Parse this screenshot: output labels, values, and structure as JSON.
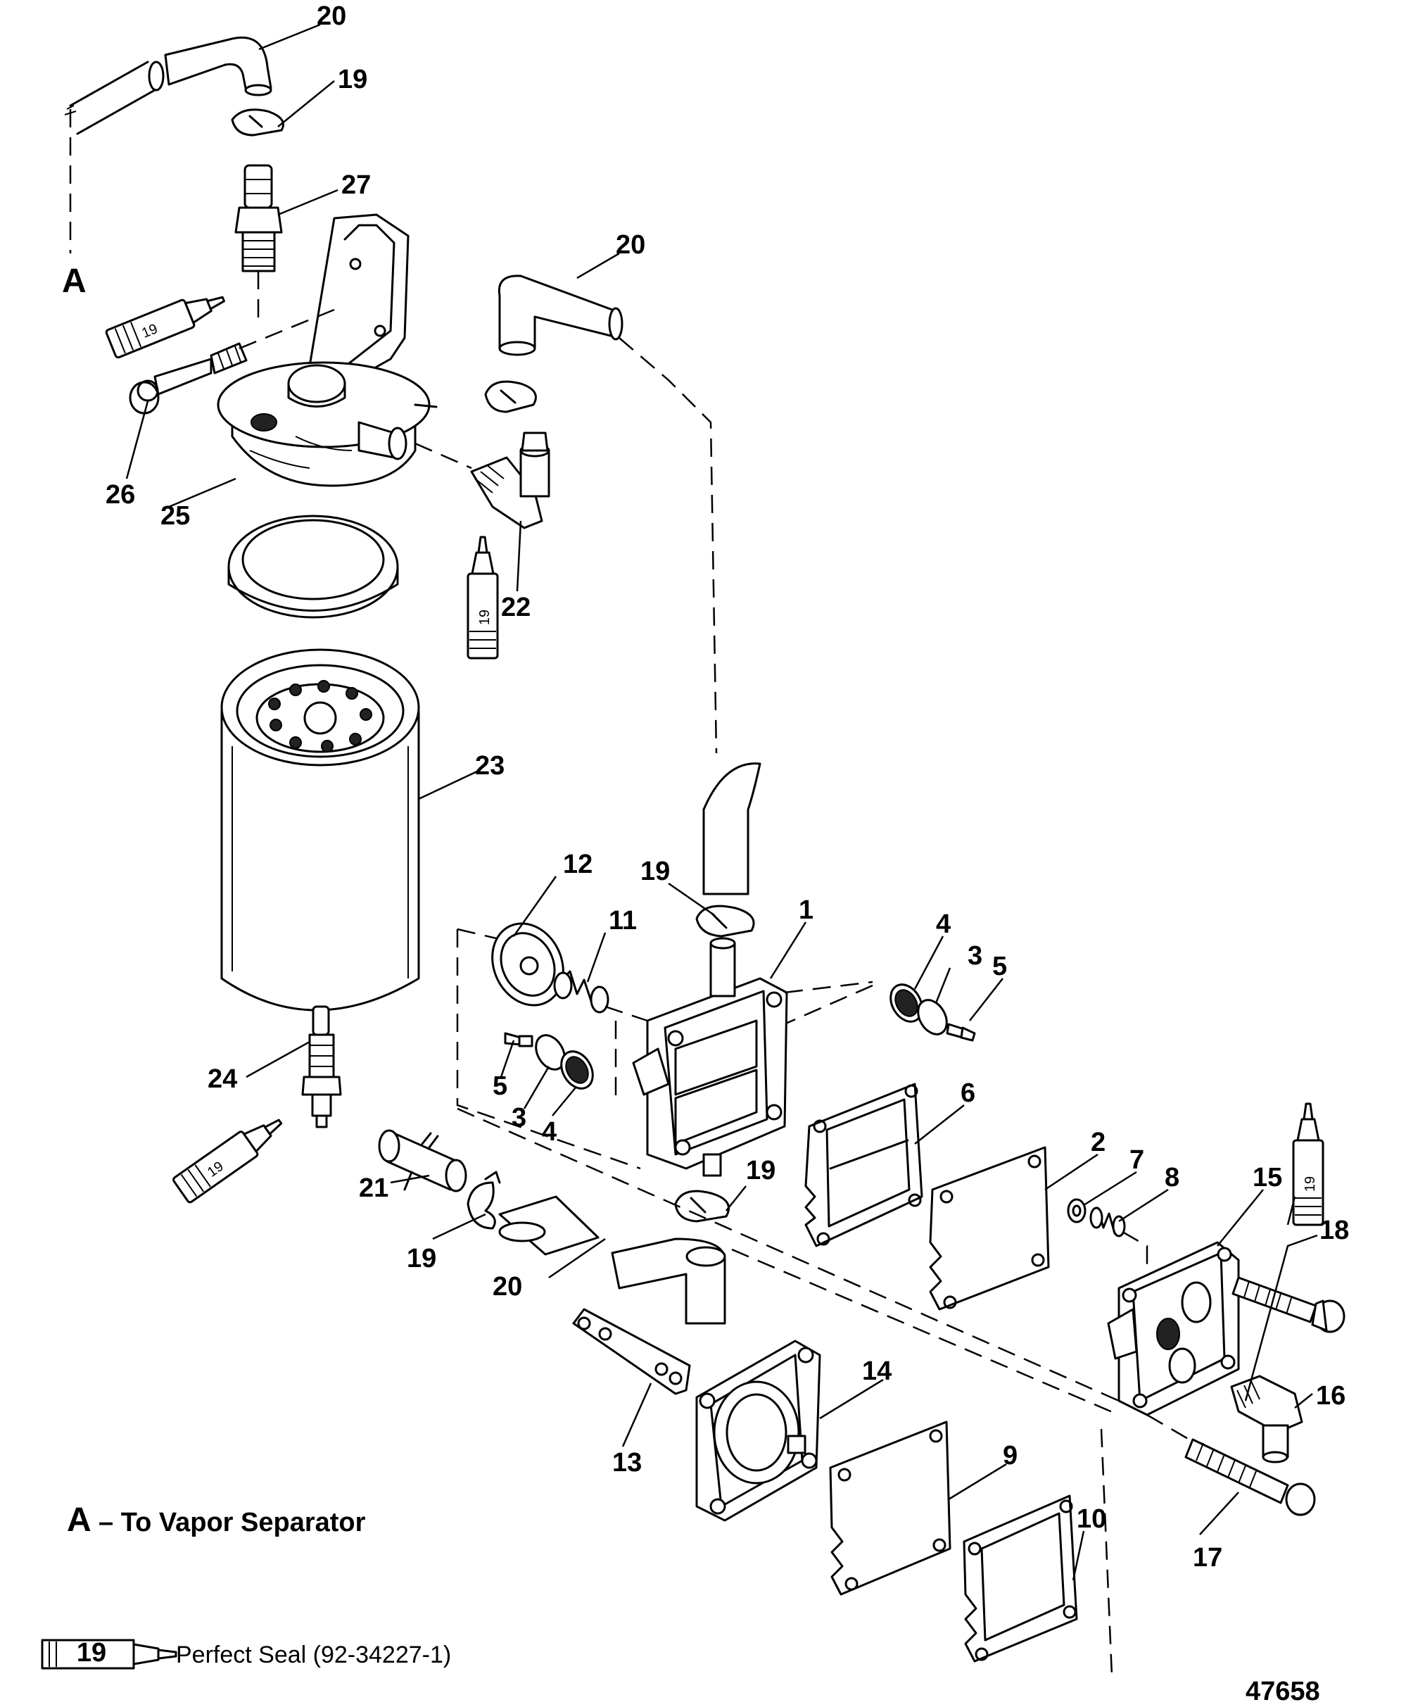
{
  "callouts": [
    {
      "id": "c20a",
      "text": "20"
    },
    {
      "id": "c19a",
      "text": "19"
    },
    {
      "id": "c27",
      "text": "27"
    },
    {
      "id": "c20b",
      "text": "20"
    },
    {
      "id": "c26",
      "text": "26"
    },
    {
      "id": "c25",
      "text": "25"
    },
    {
      "id": "c22",
      "text": "22"
    },
    {
      "id": "c23",
      "text": "23"
    },
    {
      "id": "c12",
      "text": "12"
    },
    {
      "id": "c19b",
      "text": "19"
    },
    {
      "id": "c1",
      "text": "1"
    },
    {
      "id": "c11",
      "text": "11"
    },
    {
      "id": "c4a",
      "text": "4"
    },
    {
      "id": "c3a",
      "text": "3"
    },
    {
      "id": "c5a",
      "text": "5"
    },
    {
      "id": "c24",
      "text": "24"
    },
    {
      "id": "c5b",
      "text": "5"
    },
    {
      "id": "c3b",
      "text": "3"
    },
    {
      "id": "c4b",
      "text": "4"
    },
    {
      "id": "c6",
      "text": "6"
    },
    {
      "id": "c21",
      "text": "21"
    },
    {
      "id": "c19c",
      "text": "19"
    },
    {
      "id": "c19d",
      "text": "19"
    },
    {
      "id": "c2",
      "text": "2"
    },
    {
      "id": "c7",
      "text": "7"
    },
    {
      "id": "c8",
      "text": "8"
    },
    {
      "id": "c15",
      "text": "15"
    },
    {
      "id": "c18",
      "text": "18"
    },
    {
      "id": "c20c",
      "text": "20"
    },
    {
      "id": "c14",
      "text": "14"
    },
    {
      "id": "c16",
      "text": "16"
    },
    {
      "id": "c13",
      "text": "13"
    },
    {
      "id": "c9",
      "text": "9"
    },
    {
      "id": "c10",
      "text": "10"
    },
    {
      "id": "c17",
      "text": "17"
    }
  ],
  "tube_number": "19",
  "view_marker": "A",
  "legend_a": {
    "letter": "A",
    "text": "– To Vapor Separator"
  },
  "sealant_note": {
    "symbol": "19",
    "text": "Perfect Seal (92-34227-1)"
  },
  "figure_number": "47658"
}
